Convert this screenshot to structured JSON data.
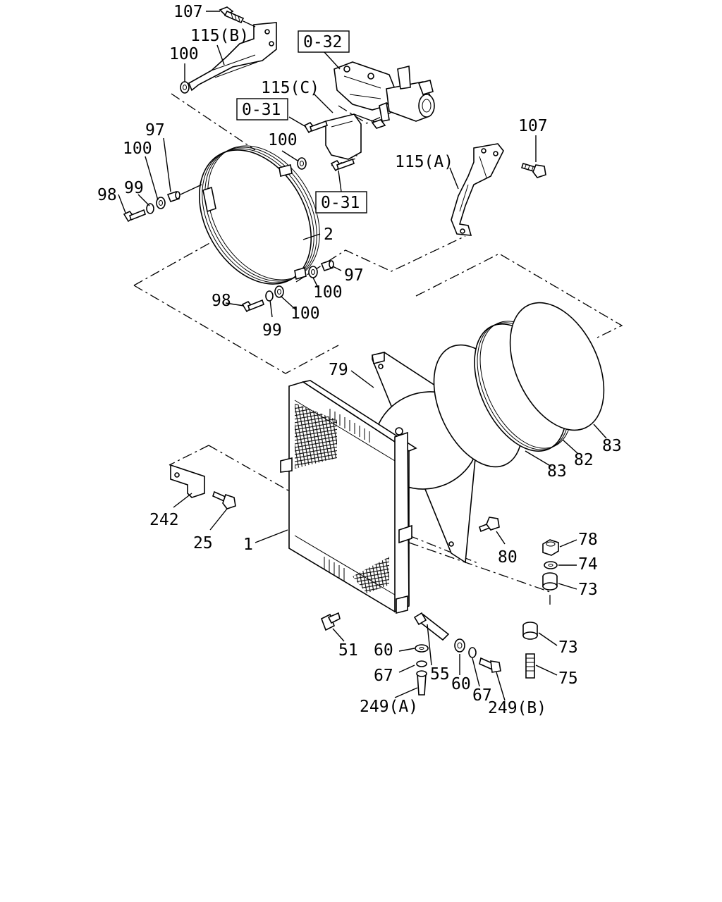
{
  "callouts": [
    {
      "id": "c107a",
      "text": "107"
    },
    {
      "id": "c115b",
      "text": "115(B)"
    },
    {
      "id": "c100a",
      "text": "100"
    },
    {
      "id": "c115c",
      "text": "115(C)"
    },
    {
      "id": "c97a",
      "text": "97"
    },
    {
      "id": "c100b",
      "text": "100"
    },
    {
      "id": "c100c",
      "text": "100"
    },
    {
      "id": "c107b",
      "text": "107"
    },
    {
      "id": "c115a",
      "text": "115(A)"
    },
    {
      "id": "c98a",
      "text": "98"
    },
    {
      "id": "c99a",
      "text": "99"
    },
    {
      "id": "c2",
      "text": "2"
    },
    {
      "id": "c97b",
      "text": "97"
    },
    {
      "id": "c100d",
      "text": "100"
    },
    {
      "id": "c98b",
      "text": "98"
    },
    {
      "id": "c100e",
      "text": "100"
    },
    {
      "id": "c99b",
      "text": "99"
    },
    {
      "id": "c79",
      "text": "79"
    },
    {
      "id": "c83a",
      "text": "83"
    },
    {
      "id": "c82",
      "text": "82"
    },
    {
      "id": "c83b",
      "text": "83"
    },
    {
      "id": "c242",
      "text": "242"
    },
    {
      "id": "c25",
      "text": "25"
    },
    {
      "id": "c1",
      "text": "1"
    },
    {
      "id": "c80",
      "text": "80"
    },
    {
      "id": "c78",
      "text": "78"
    },
    {
      "id": "c74",
      "text": "74"
    },
    {
      "id": "c73a",
      "text": "73"
    },
    {
      "id": "c73b",
      "text": "73"
    },
    {
      "id": "c51",
      "text": "51"
    },
    {
      "id": "c60a",
      "text": "60"
    },
    {
      "id": "c55",
      "text": "55"
    },
    {
      "id": "c67a",
      "text": "67"
    },
    {
      "id": "c60b",
      "text": "60"
    },
    {
      "id": "c67b",
      "text": "67"
    },
    {
      "id": "c75",
      "text": "75"
    },
    {
      "id": "c249a",
      "text": "249(A)"
    },
    {
      "id": "c249b",
      "text": "249(B)"
    }
  ],
  "references": [
    {
      "id": "r032",
      "text": "0-32"
    },
    {
      "id": "r031a",
      "text": "0-31"
    },
    {
      "id": "r031b",
      "text": "0-31"
    }
  ]
}
